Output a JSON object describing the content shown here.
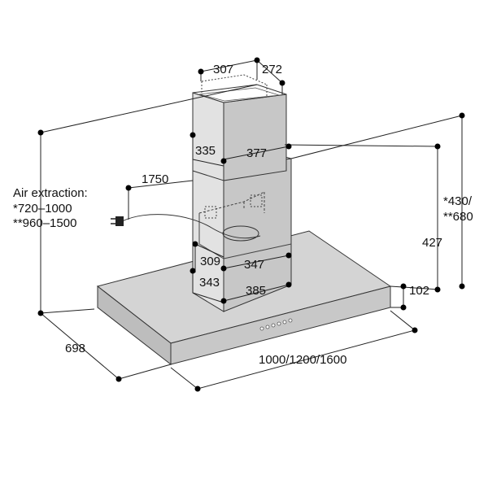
{
  "air_extraction": {
    "title": "Air extraction:",
    "line1": "*720–1000",
    "line2": "**960–1500"
  },
  "dimensions": {
    "duct_width_top": "307",
    "duct_depth_top": "272",
    "duct_side_upper": "335",
    "duct_front_upper": "377",
    "total_height": "1750",
    "duct_side_lower": "309",
    "duct_front_lower": "347",
    "duct_side_bottom": "343",
    "duct_front_bottom": "385",
    "canopy_right_height": "427",
    "outlet_height_line1": "*430/",
    "outlet_height_line2": "**680",
    "canopy_thickness": "102",
    "canopy_depth": "698",
    "canopy_width": "1000/1200/1600"
  },
  "colors": {
    "outline": "#333333",
    "duct_front": "#e2e2e2",
    "duct_side": "#c7c7c7",
    "canopy_top": "#d4d4d4",
    "canopy_front": "#bdbdbd"
  }
}
